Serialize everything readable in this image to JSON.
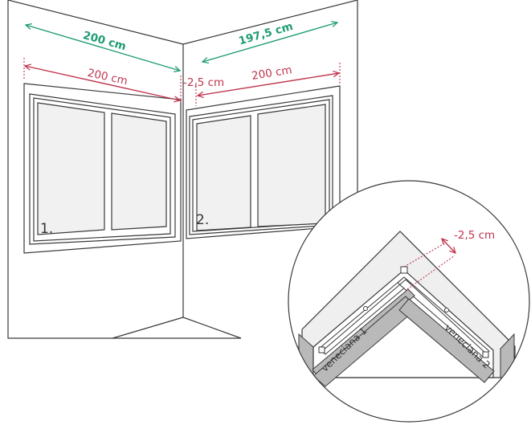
{
  "colors": {
    "green": "#1f9b74",
    "red": "#c0364f",
    "line": "#3a3a3a",
    "glass": "#f1f1f1",
    "wall_light": "#efefef",
    "wall_dark": "#b9b9b9"
  },
  "measurements": {
    "left_top": "200 cm",
    "right_top": "197,5 cm",
    "left_bottom": "200 cm",
    "right_bottom": "200 cm",
    "offset": "-2,5 cm",
    "detail_offset": "-2,5 cm"
  },
  "windows": {
    "left_number": "1.",
    "right_number": "2."
  },
  "detail": {
    "blind_left": "veneciana 1",
    "blind_right": "veneciana 2"
  }
}
